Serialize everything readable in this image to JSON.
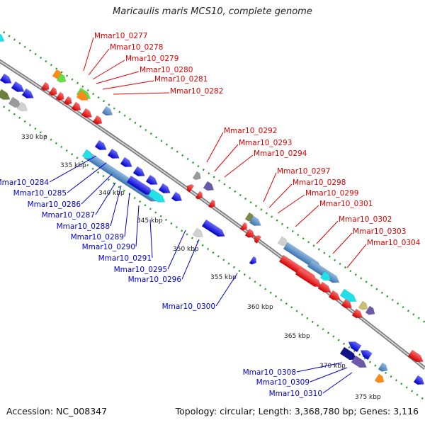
{
  "title": "Maricaulis maris MCS10, complete genome",
  "footer": {
    "accession": "Accession: NC_008347",
    "topology": "Topology: circular; Length: 3,368,780 bp; Genes: 3,116"
  },
  "ticks": [
    "330 kbp",
    "335 kbp",
    "340 kbp",
    "345 kbp",
    "350 kbp",
    "355 kbp",
    "360 kbp",
    "365 kbp",
    "370 kbp",
    "375 kbp"
  ],
  "labels_red": [
    "Mmar10_0277",
    "Mmar10_0278",
    "Mmar10_0279",
    "Mmar10_0280",
    "Mmar10_0281",
    "Mmar10_0282",
    "Mmar10_0292",
    "Mmar10_0293",
    "Mmar10_0294",
    "Mmar10_0297",
    "Mmar10_0298",
    "Mmar10_0299",
    "Mmar10_0301",
    "Mmar10_0302",
    "Mmar10_0303",
    "Mmar10_0304"
  ],
  "labels_blue": [
    "Mmar10_0284",
    "Mmar10_0285",
    "Mmar10_0286",
    "Mmar10_0287",
    "Mmar10_0288",
    "Mmar10_0289",
    "Mmar10_0290",
    "Mmar10_0291",
    "Mmar10_0295",
    "Mmar10_0296",
    "Mmar10_0300",
    "Mmar10_0308",
    "Mmar10_0309",
    "Mmar10_0310"
  ],
  "colors": {
    "forward": "#ff0000",
    "reverse": "#0000ff",
    "backbone": "#888888",
    "tick": "#22aa22"
  }
}
